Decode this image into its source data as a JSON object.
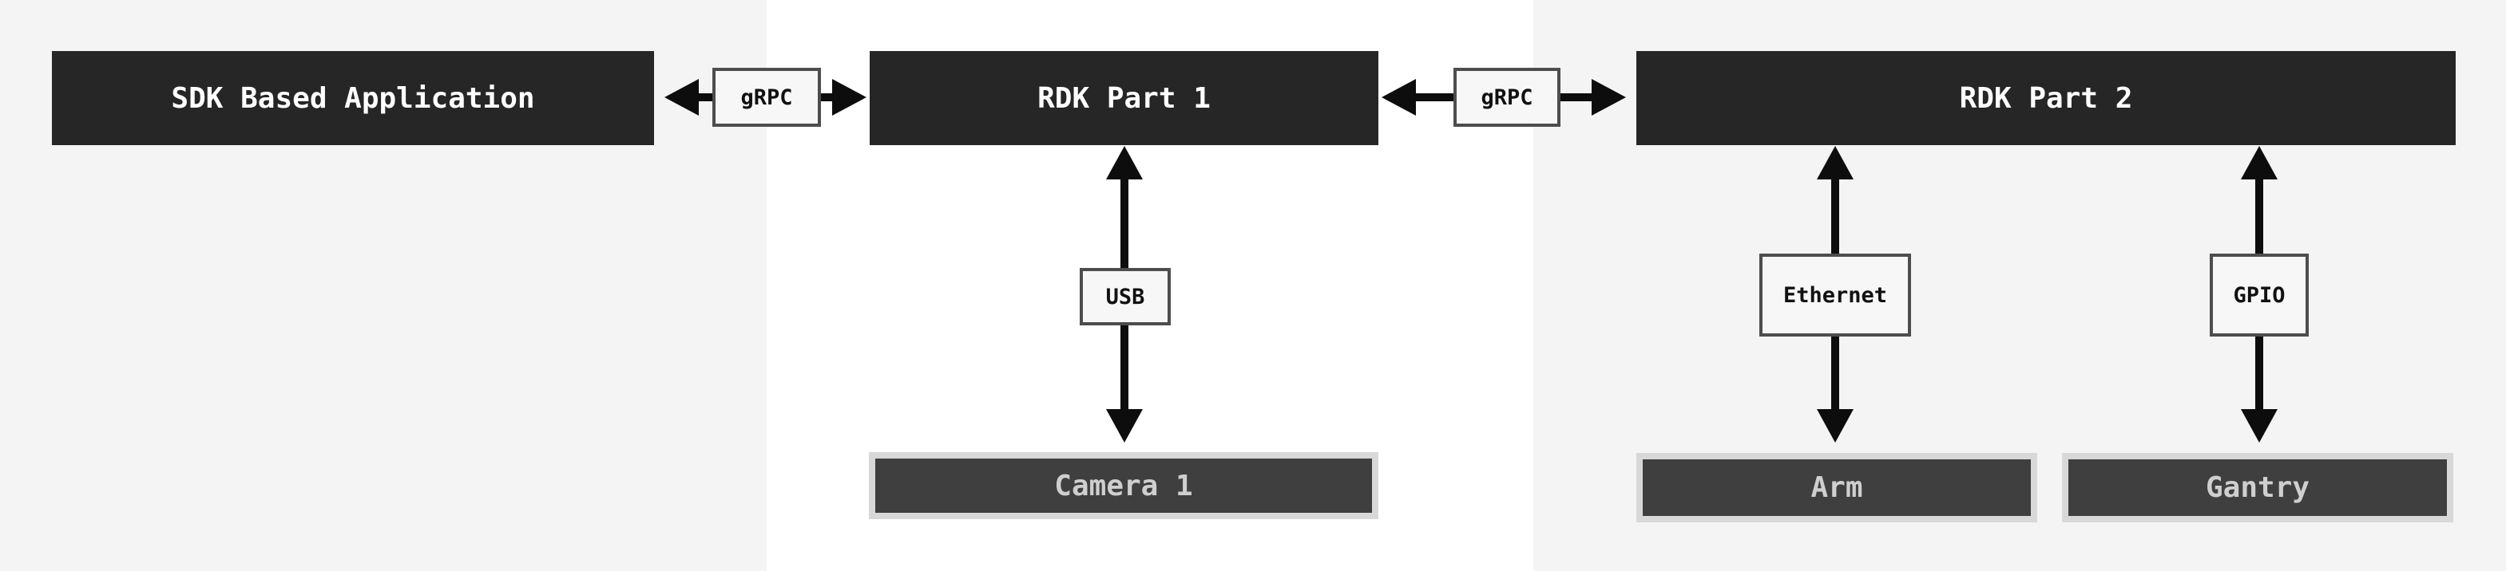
{
  "diagram": {
    "nodes": {
      "sdk_app": {
        "label": "SDK Based Application"
      },
      "rdk_part_1": {
        "label": "RDK Part 1"
      },
      "rdk_part_2": {
        "label": "RDK Part 2"
      },
      "camera_1": {
        "label": "Camera 1"
      },
      "arm": {
        "label": "Arm"
      },
      "gantry": {
        "label": "Gantry"
      }
    },
    "connectors": {
      "grpc_1": {
        "label": "gRPC"
      },
      "grpc_2": {
        "label": "gRPC"
      },
      "usb": {
        "label": "USB"
      },
      "ethernet": {
        "label": "Ethernet"
      },
      "gpio": {
        "label": "GPIO"
      }
    },
    "colors": {
      "node_dark": "#262626",
      "node_text": "#ffffff",
      "device_frame": "#d8d8d8",
      "device_fill": "#3f3f3f",
      "device_text": "#cfcfcf",
      "label_fill": "#f7f7f7",
      "label_border": "#4d4d4d",
      "label_text": "#111111",
      "band_gray": "#f4f4f4",
      "band_white": "#ffffff",
      "arrow": "#0d0d0d"
    }
  }
}
